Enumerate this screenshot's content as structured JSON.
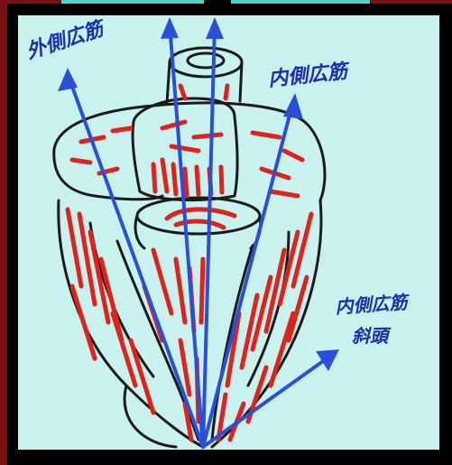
{
  "labels": {
    "top_left": "外側広筋",
    "top_right": "内側広筋",
    "bottom_right_line1": "内側広筋",
    "bottom_right_line2": "斜頭"
  },
  "colors": {
    "board": "#c9f1ee",
    "ink_blue": "#1c2fae",
    "arrow_blue": "#2a4fd8",
    "muscle_red": "#e0221c",
    "outline": "#1a1a1a"
  },
  "icons": [
    "arrow-up-left",
    "arrow-up",
    "arrow-up-right",
    "arrow-right"
  ]
}
